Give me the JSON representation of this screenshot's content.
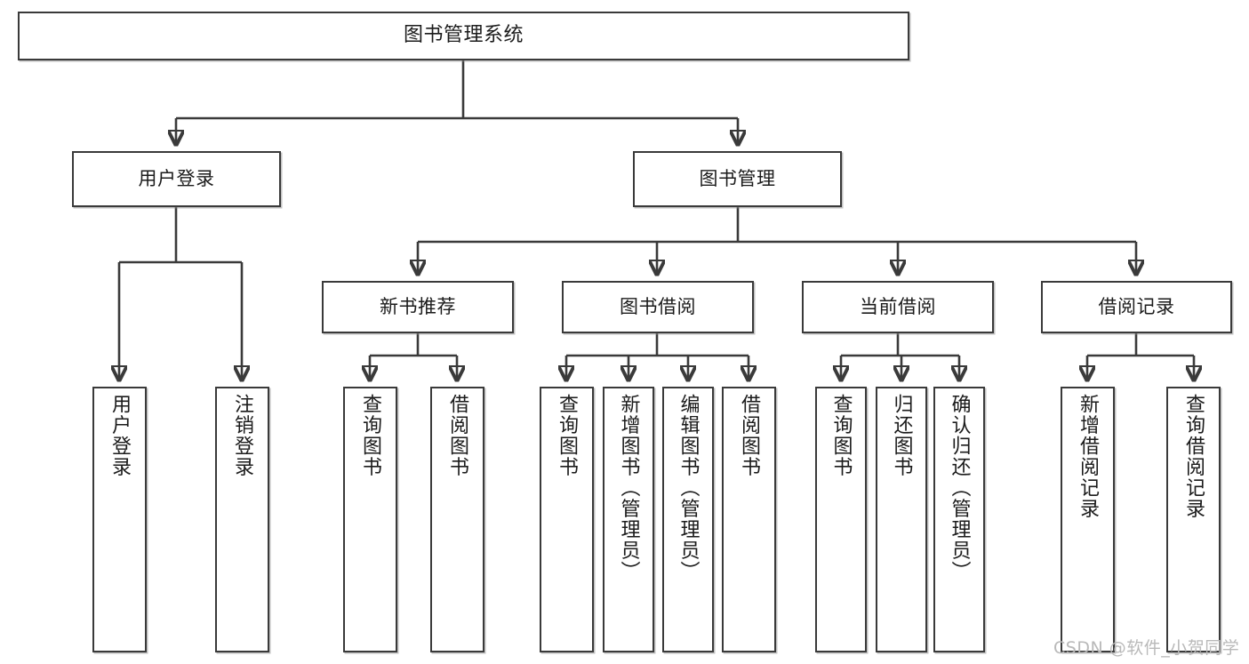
{
  "diagram": {
    "title": "图书管理系统",
    "type": "tree-hierarchy-chart",
    "root": {
      "id": "root",
      "label": "图书管理系统"
    },
    "level2": [
      {
        "id": "user-login",
        "label": "用户登录"
      },
      {
        "id": "book-manage",
        "label": "图书管理"
      }
    ],
    "level3": [
      {
        "id": "new-book-rec",
        "label": "新书推荐"
      },
      {
        "id": "book-borrow",
        "label": "图书借阅"
      },
      {
        "id": "current-borrow",
        "label": "当前借阅"
      },
      {
        "id": "borrow-record",
        "label": "借阅记录"
      }
    ],
    "leaves": {
      "user_login": [
        {
          "id": "leaf-user-login",
          "label": "用户登录"
        },
        {
          "id": "leaf-logout-login",
          "label": "注销登录"
        }
      ],
      "new_book_rec": [
        {
          "id": "leaf-query-book-1",
          "label": "查询图书"
        },
        {
          "id": "leaf-borrow-book-1",
          "label": "借阅图书"
        }
      ],
      "book_borrow": [
        {
          "id": "leaf-query-book-2",
          "label": "查询图书"
        },
        {
          "id": "leaf-add-book",
          "label": "新增图书（管理员）"
        },
        {
          "id": "leaf-edit-book",
          "label": "编辑图书（管理员）"
        },
        {
          "id": "leaf-borrow-book-2",
          "label": "借阅图书"
        }
      ],
      "current_borrow": [
        {
          "id": "leaf-query-book-3",
          "label": "查询图书"
        },
        {
          "id": "leaf-return-book",
          "label": "归还图书"
        },
        {
          "id": "leaf-confirm-return",
          "label": "确认归还（管理员）"
        }
      ],
      "borrow_record": [
        {
          "id": "leaf-add-record",
          "label": "新增借阅记录"
        },
        {
          "id": "leaf-query-record",
          "label": "查询借阅记录"
        }
      ]
    }
  },
  "watermark": {
    "text": "CSDN @软件_小贺同学"
  },
  "colors": {
    "stroke": "#3a3a3a",
    "box_fill": "#ffffff",
    "text": "#1b1b1b",
    "watermark": "#b9b9b9",
    "background": "#ffffff"
  }
}
